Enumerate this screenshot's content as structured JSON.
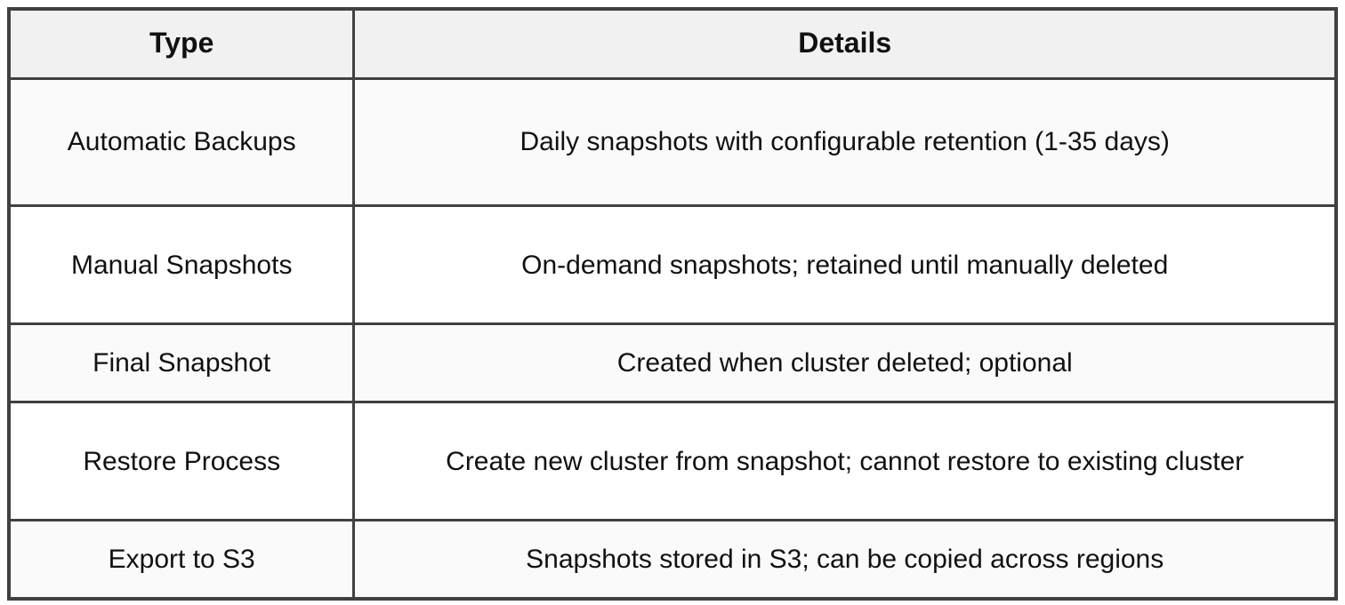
{
  "colors": {
    "border": "#404040",
    "header_bg": "#f1f1f1",
    "row_odd_bg": "#fafafa",
    "row_even_bg": "#ffffff",
    "text": "#111111"
  },
  "table": {
    "columns": [
      "Type",
      "Details"
    ],
    "rows": [
      {
        "type": "Automatic Backups",
        "details": "Daily snapshots with configurable retention (1-35 days)"
      },
      {
        "type": "Manual Snapshots",
        "details": "On-demand snapshots; retained until manually deleted"
      },
      {
        "type": "Final Snapshot",
        "details": "Created when cluster deleted; optional"
      },
      {
        "type": "Restore Process",
        "details": "Create new cluster from snapshot; cannot restore to existing cluster"
      },
      {
        "type": "Export to S3",
        "details": "Snapshots stored in S3; can be copied across regions"
      }
    ]
  }
}
